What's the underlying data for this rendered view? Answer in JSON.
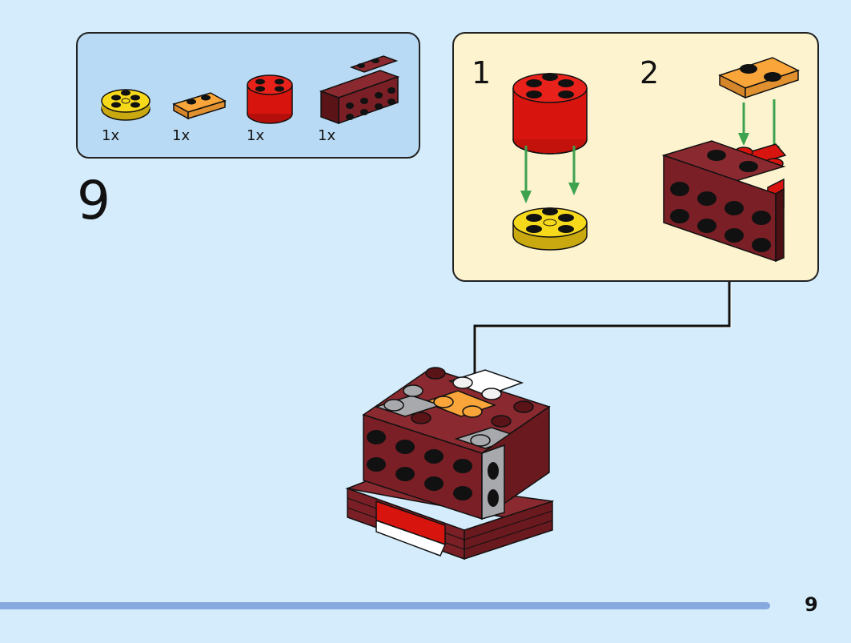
{
  "parts": [
    {
      "name": "yellow round plate",
      "qty": "1x",
      "color": "#f7d91c"
    },
    {
      "name": "orange plate 1x2",
      "qty": "1x",
      "color": "#f9a53a"
    },
    {
      "name": "red round brick",
      "qty": "1x",
      "color": "#d8140e"
    },
    {
      "name": "dark red bracket",
      "qty": "1x",
      "color": "#6d1b1f"
    }
  ],
  "step": {
    "number": "9"
  },
  "substeps": [
    {
      "number": "1"
    },
    {
      "number": "2"
    }
  ],
  "page": {
    "number": "9"
  },
  "colors": {
    "background": "#d4ecfb",
    "parts_panel": "#b9daf4",
    "substep_panel": "#fdf3cf",
    "arrow_green": "#3da34f",
    "footer_bar": "#87a9dd"
  }
}
